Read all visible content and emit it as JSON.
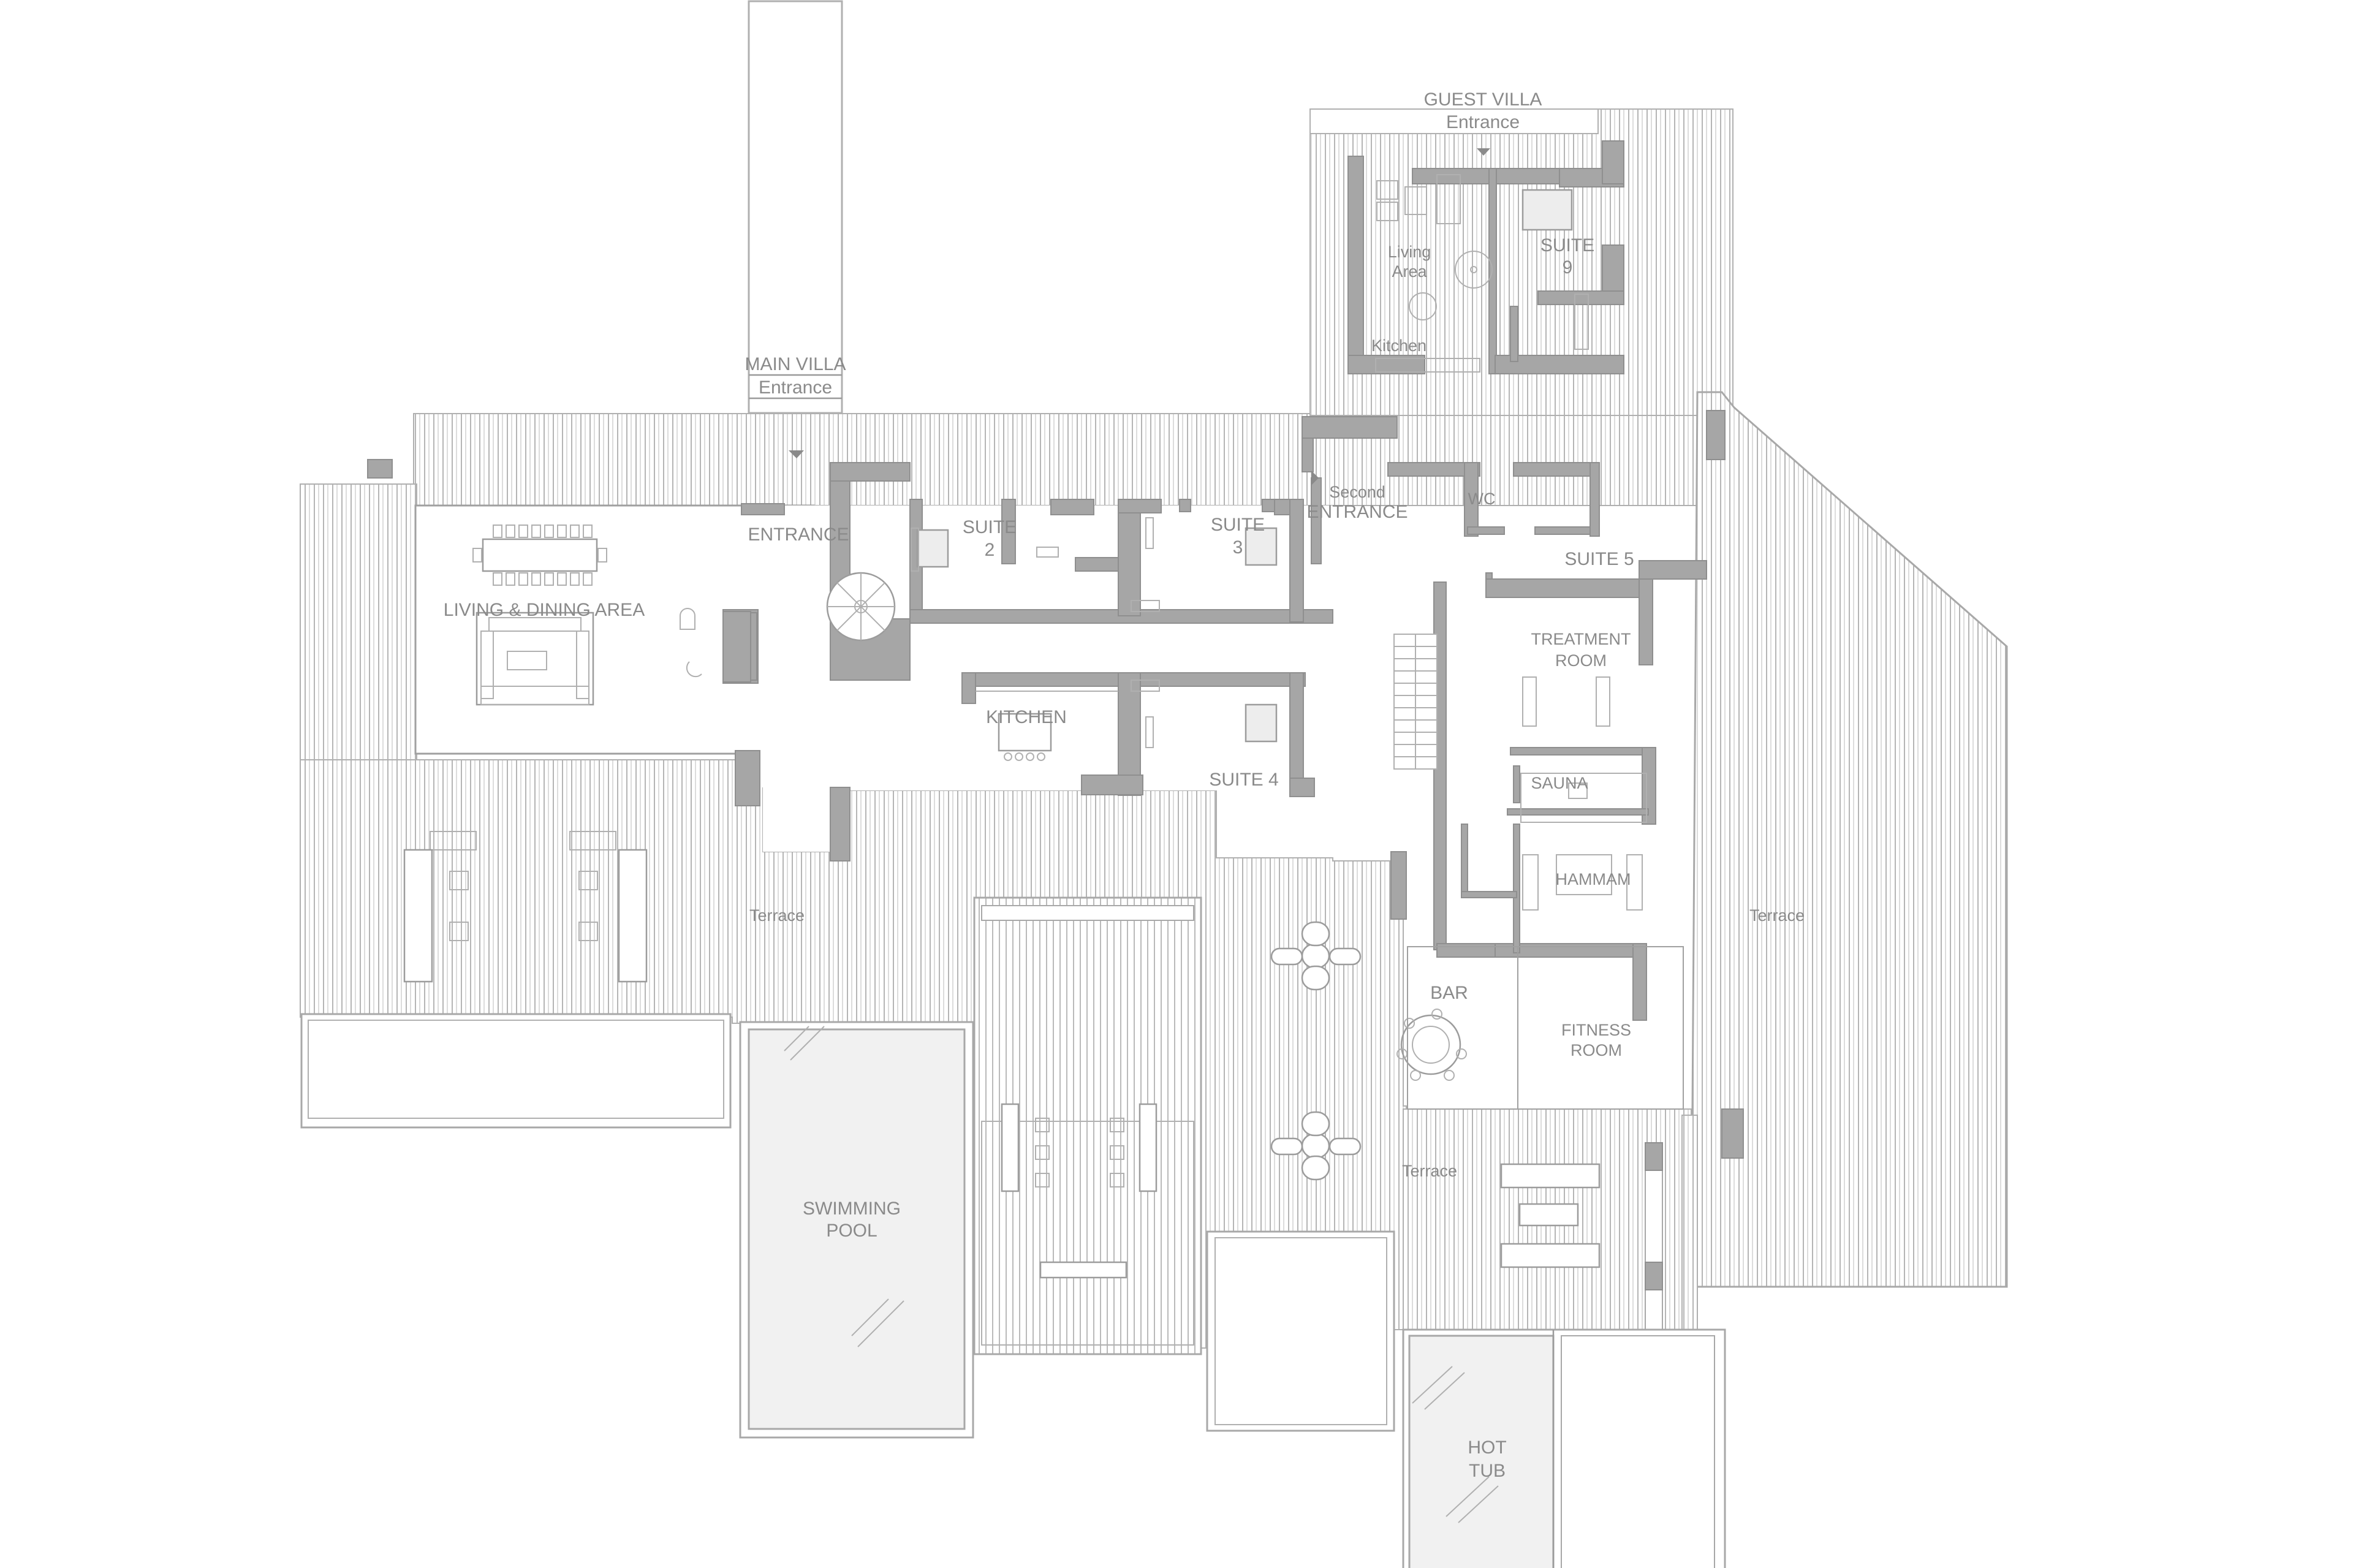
{
  "plan": {
    "main_villa": {
      "title": "MAIN VILLA",
      "entrance": "Entrance"
    },
    "guest_villa": {
      "title": "GUEST VILLA",
      "entrance": "Entrance",
      "living_area_line1": "Living",
      "living_area_line2": "Area",
      "kitchen": "Kitchen",
      "suite_line1": "SUITE",
      "suite_line2": "9"
    },
    "rooms": {
      "entrance": "ENTRANCE",
      "living_dining": "LIVING & DINING AREA",
      "suite2_line1": "SUITE",
      "suite2_line2": "2",
      "suite3_line1": "SUITE",
      "suite3_line2": "3",
      "suite4": "SUITE 4",
      "kitchen": "KITCHEN",
      "second_entrance_line1": "Second",
      "second_entrance_line2": "ENTRANCE",
      "wc": "WC",
      "suite5": "SUITE 5",
      "treatment_line1": "TREATMENT",
      "treatment_line2": "ROOM",
      "sauna": "SAUNA",
      "hammam": "HAMMAM",
      "bar": "BAR",
      "fitness_line1": "FITNESS",
      "fitness_line2": "ROOM"
    },
    "outdoor": {
      "terrace_left": "Terrace",
      "terrace_right": "Terrace",
      "terrace_bottom": "Terrace",
      "pool_line1": "SWIMMING",
      "pool_line2": "POOL",
      "hot_tub_line1": "HOT",
      "hot_tub_line2": "TUB"
    },
    "colors": {
      "wall": "#a6a6a6",
      "line": "#9a9a9a",
      "label": "#8a8a8a",
      "water": "#f1f1f1",
      "background": "#ffffff"
    }
  }
}
